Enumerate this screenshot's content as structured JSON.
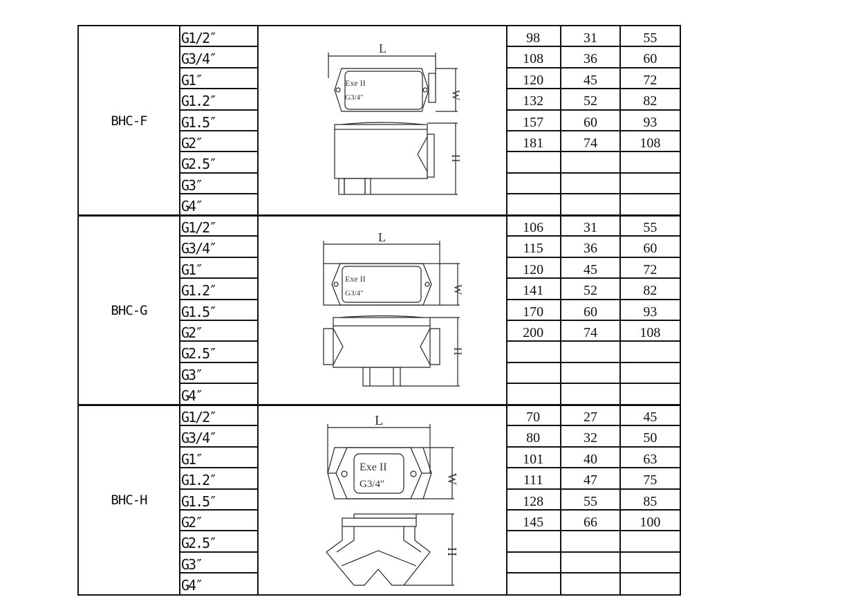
{
  "sizes": [
    "G1/2″",
    "G3/4″",
    "G1″",
    "G1.2″",
    "G1.5″",
    "G2″",
    "G2.5″",
    "G3″",
    "G4″"
  ],
  "drawing_labels": {
    "length": "L",
    "width": "W",
    "height": "H",
    "plate_line1": "Exe II",
    "plate_line2": "G3/4″"
  },
  "sections": [
    {
      "model": "BHC-F",
      "rows": [
        [
          "98",
          "31",
          "55"
        ],
        [
          "108",
          "36",
          "60"
        ],
        [
          "120",
          "45",
          "72"
        ],
        [
          "132",
          "52",
          "82"
        ],
        [
          "157",
          "60",
          "93"
        ],
        [
          "181",
          "74",
          "108"
        ],
        [
          "",
          "",
          ""
        ],
        [
          "",
          "",
          ""
        ],
        [
          "",
          "",
          ""
        ]
      ]
    },
    {
      "model": "BHC-G",
      "rows": [
        [
          "106",
          "31",
          "55"
        ],
        [
          "115",
          "36",
          "60"
        ],
        [
          "120",
          "45",
          "72"
        ],
        [
          "141",
          "52",
          "82"
        ],
        [
          "170",
          "60",
          "93"
        ],
        [
          "200",
          "74",
          "108"
        ],
        [
          "",
          "",
          ""
        ],
        [
          "",
          "",
          ""
        ],
        [
          "",
          "",
          ""
        ]
      ]
    },
    {
      "model": "BHC-H",
      "rows": [
        [
          "70",
          "27",
          "45"
        ],
        [
          "80",
          "32",
          "50"
        ],
        [
          "101",
          "40",
          "63"
        ],
        [
          "111",
          "47",
          "75"
        ],
        [
          "128",
          "55",
          "85"
        ],
        [
          "145",
          "66",
          "100"
        ],
        [
          "",
          "",
          ""
        ],
        [
          "",
          "",
          ""
        ],
        [
          "",
          "",
          ""
        ]
      ]
    }
  ]
}
